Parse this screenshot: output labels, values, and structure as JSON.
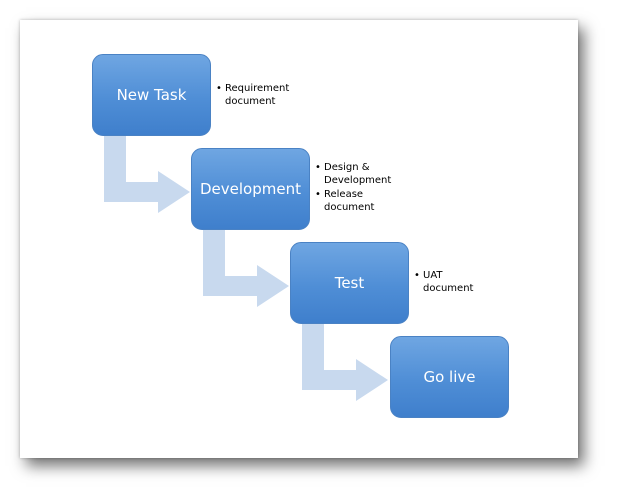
{
  "colors": {
    "box_top": "#6fa6e2",
    "box_bottom": "#3f7fcc",
    "arrow": "#c8d9ee",
    "text_on_box": "#ffffff"
  },
  "bullet_glyph": "•",
  "steps": [
    {
      "label": "New Task",
      "notes": [
        "Requirement document"
      ]
    },
    {
      "label": "Development",
      "notes": [
        "Design & Development",
        "Release document"
      ]
    },
    {
      "label": "Test",
      "notes": [
        "UAT document"
      ]
    },
    {
      "label": "Go live",
      "notes": []
    }
  ]
}
